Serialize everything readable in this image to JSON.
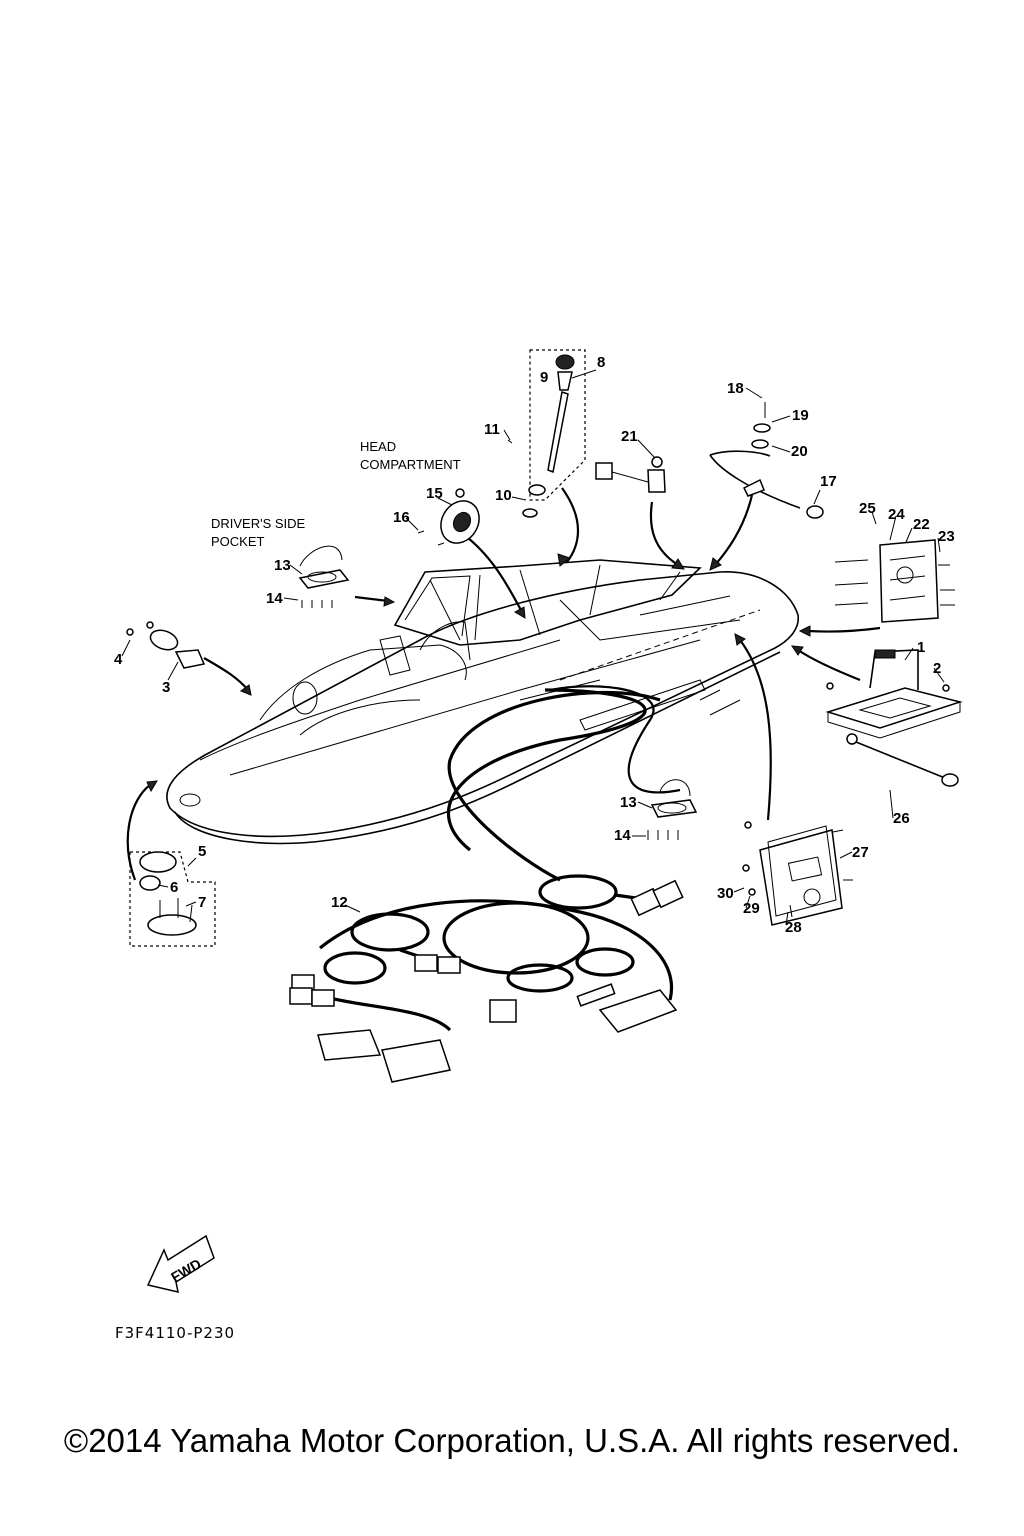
{
  "labels": {
    "head_compartment": [
      "HEAD",
      "COMPARTMENT"
    ],
    "drivers_side_pocket": [
      "DRIVER'S SIDE",
      "POCKET"
    ],
    "fwd": "FWD",
    "ref_code": "F3F4110-P230"
  },
  "callouts": [
    {
      "n": "1"
    },
    {
      "n": "2"
    },
    {
      "n": "3"
    },
    {
      "n": "4"
    },
    {
      "n": "5"
    },
    {
      "n": "6"
    },
    {
      "n": "7"
    },
    {
      "n": "8"
    },
    {
      "n": "9"
    },
    {
      "n": "10"
    },
    {
      "n": "11"
    },
    {
      "n": "12"
    },
    {
      "n": "13"
    },
    {
      "n": "14"
    },
    {
      "n": "15"
    },
    {
      "n": "16"
    },
    {
      "n": "17"
    },
    {
      "n": "18"
    },
    {
      "n": "19"
    },
    {
      "n": "20"
    },
    {
      "n": "21"
    },
    {
      "n": "22"
    },
    {
      "n": "23"
    },
    {
      "n": "24"
    },
    {
      "n": "25"
    },
    {
      "n": "26"
    },
    {
      "n": "27"
    },
    {
      "n": "28"
    },
    {
      "n": "29"
    },
    {
      "n": "30"
    },
    {
      "n": "13"
    },
    {
      "n": "14"
    }
  ],
  "copyright": "©2014 Yamaha Motor Corporation, U.S.A. All rights reserved."
}
